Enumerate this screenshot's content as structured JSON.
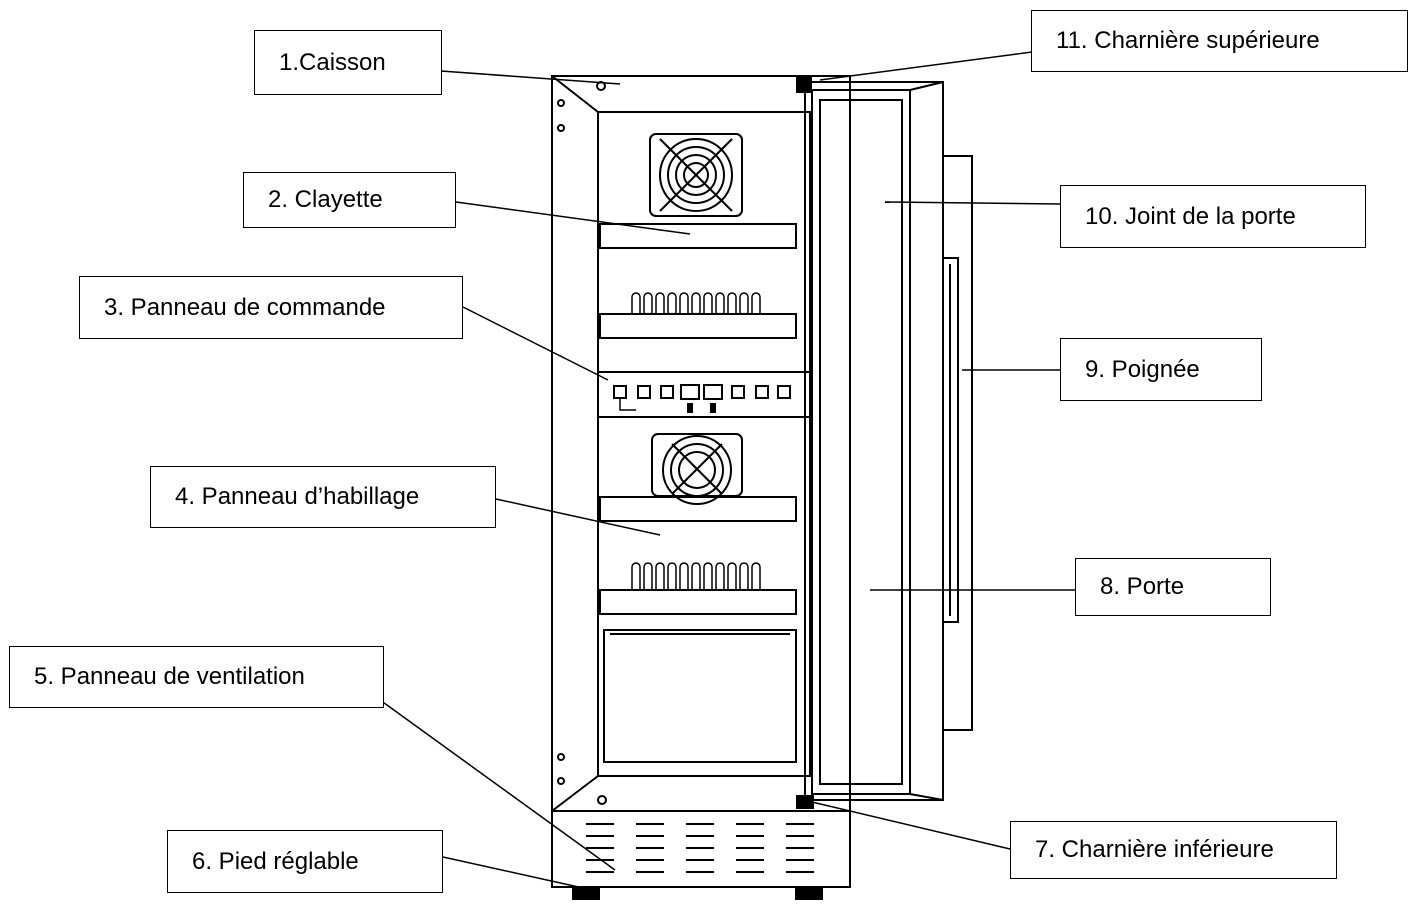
{
  "labels": {
    "l1": "1.Caisson",
    "l2": "2. Clayette",
    "l3": "3. Panneau de commande",
    "l4": "4. Panneau d’habillage",
    "l5": "5. Panneau de ventilation",
    "l6": "6. Pied réglable",
    "l7": "7. Charnière inférieure",
    "l8": "8. Porte",
    "l9": "9. Poignée",
    "l10": "10. Joint de la porte",
    "l11": "11. Charnière supérieure"
  },
  "colors": {
    "line": "#000000",
    "background": "#ffffff"
  }
}
